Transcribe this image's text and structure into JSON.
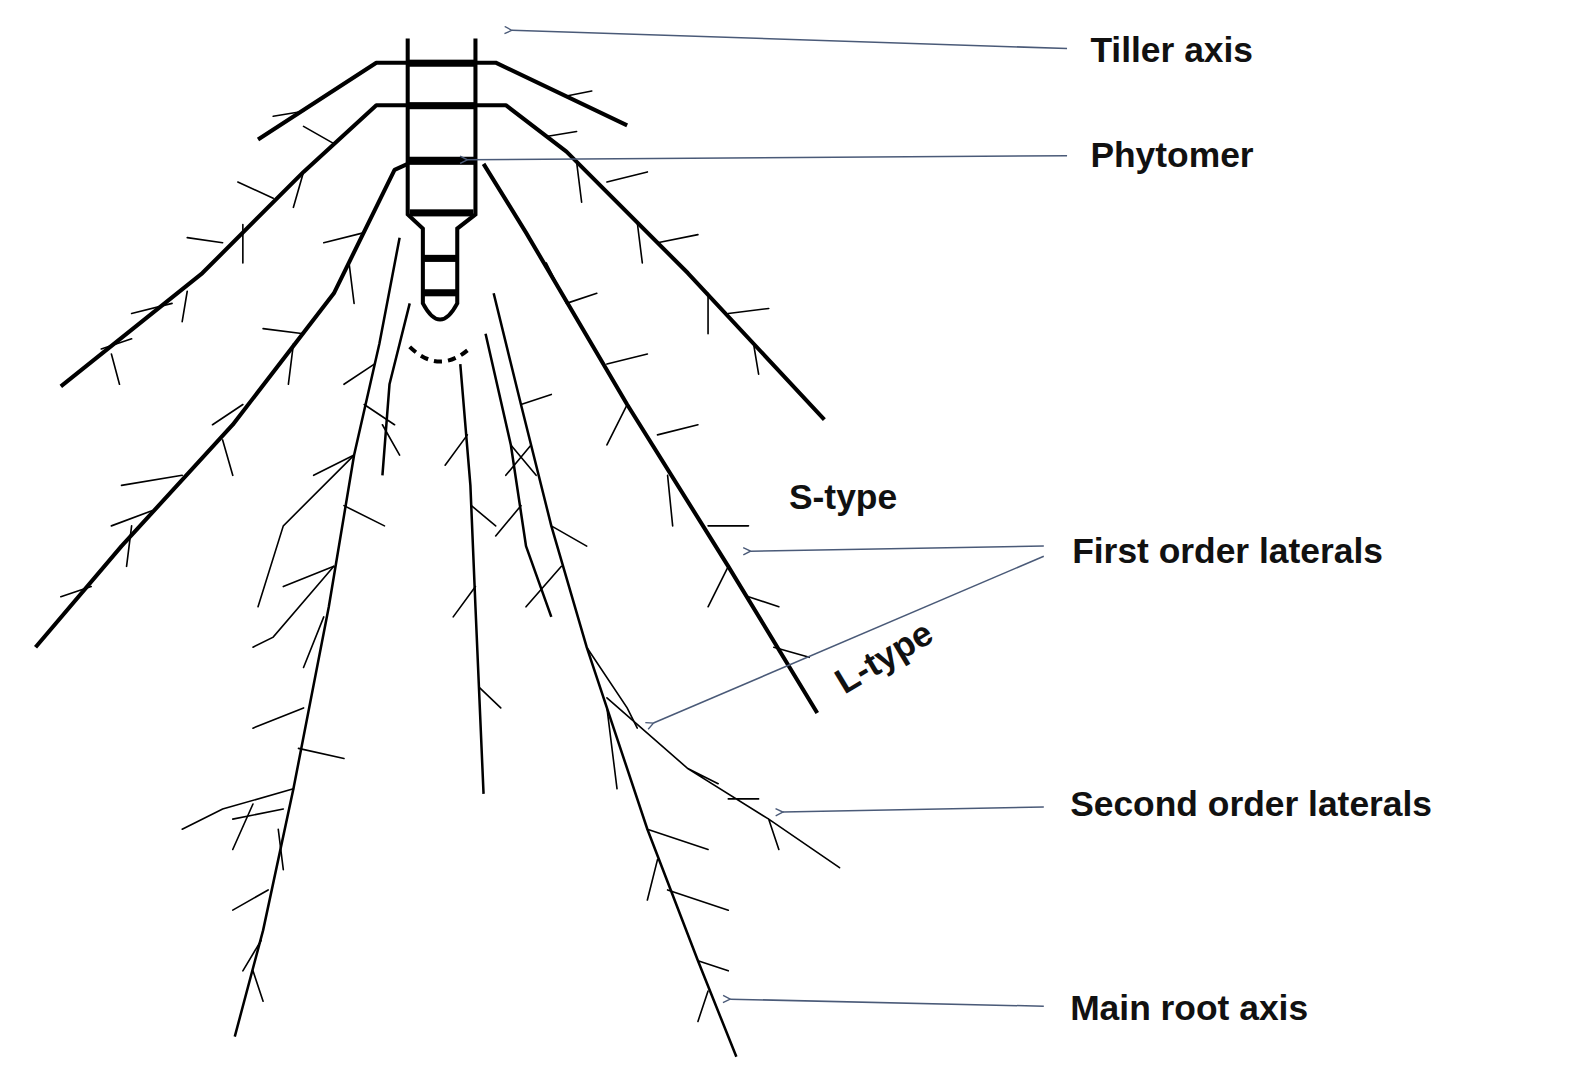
{
  "diagram": {
    "labels": [
      "Tiller axis",
      "Phytomer",
      "S-type",
      "First order laterals",
      "L-type",
      "Second order laterals",
      "Main root axis"
    ]
  }
}
